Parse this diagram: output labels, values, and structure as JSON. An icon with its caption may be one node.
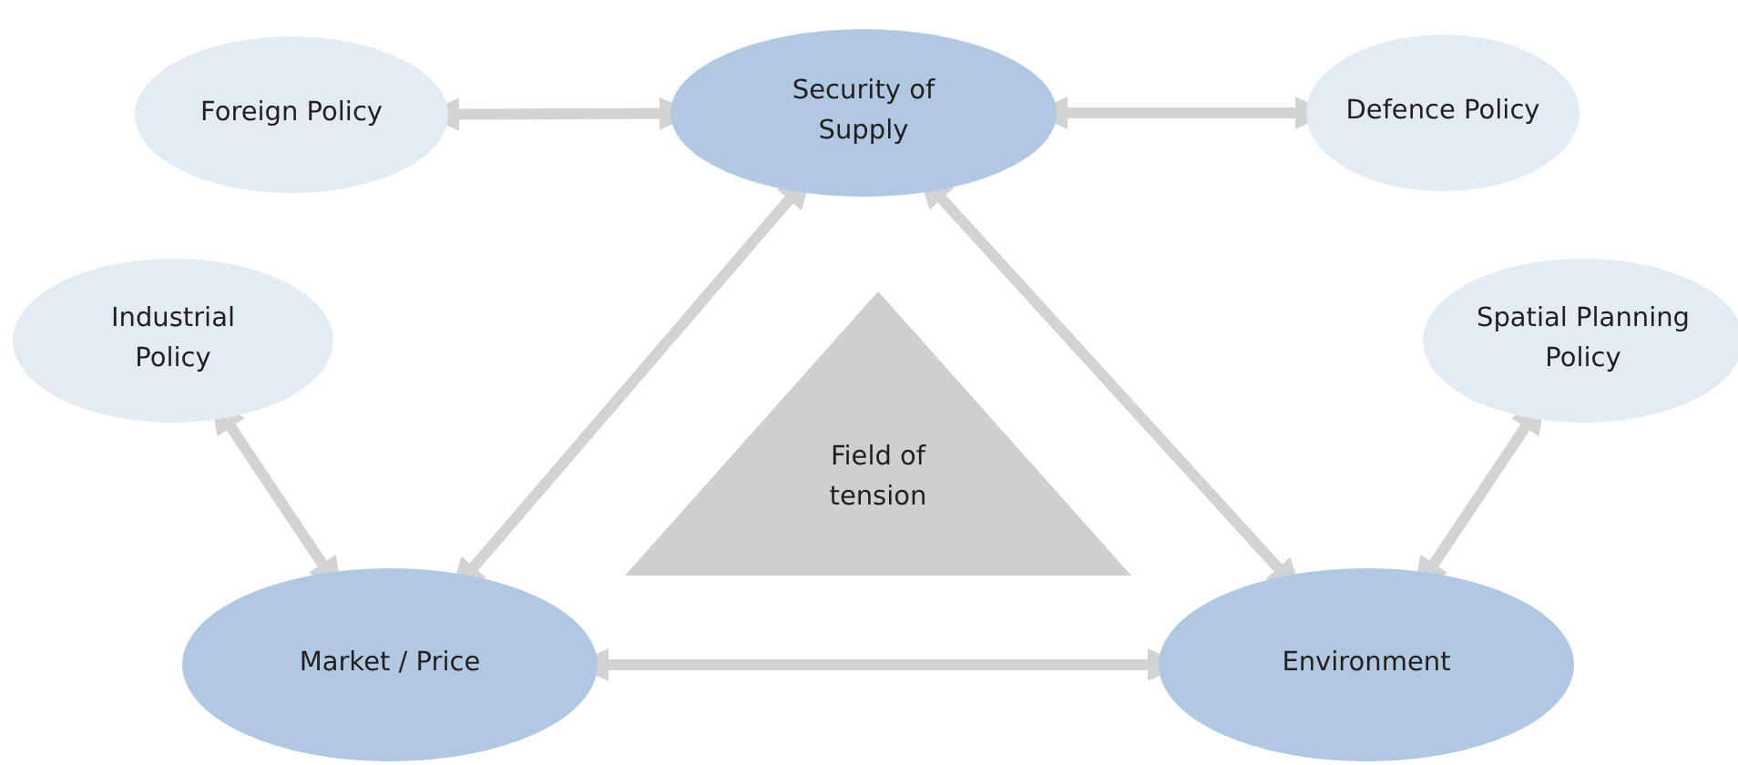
{
  "diagram": {
    "nodes": [
      {
        "text": [
          "Foreign Policy"
        ]
      },
      {
        "text": [
          "Security of Supply"
        ]
      },
      {
        "text": [
          "Defence Policy"
        ]
      },
      {
        "text": [
          "Industrial Policy"
        ]
      },
      {
        "text": [
          "Field of tension"
        ]
      },
      {
        "text": [
          "Spatial Planning Policy"
        ]
      },
      {
        "text": [
          "Market / Price"
        ]
      },
      {
        "text": [
          "Environment"
        ]
      }
    ],
    "edges": [
      {
        "from": 0,
        "to": 1,
        "arrow": "both"
      },
      {
        "from": 1,
        "to": 2,
        "arrow": "both"
      },
      {
        "from": 3,
        "to": 6,
        "arrow": "both"
      },
      {
        "from": 1,
        "to": 6,
        "arrow": "both"
      },
      {
        "from": 1,
        "to": 7,
        "arrow": "both"
      },
      {
        "from": 6,
        "to": 7,
        "arrow": "both"
      },
      {
        "from": 5,
        "to": 7,
        "arrow": "both"
      }
    ]
  }
}
